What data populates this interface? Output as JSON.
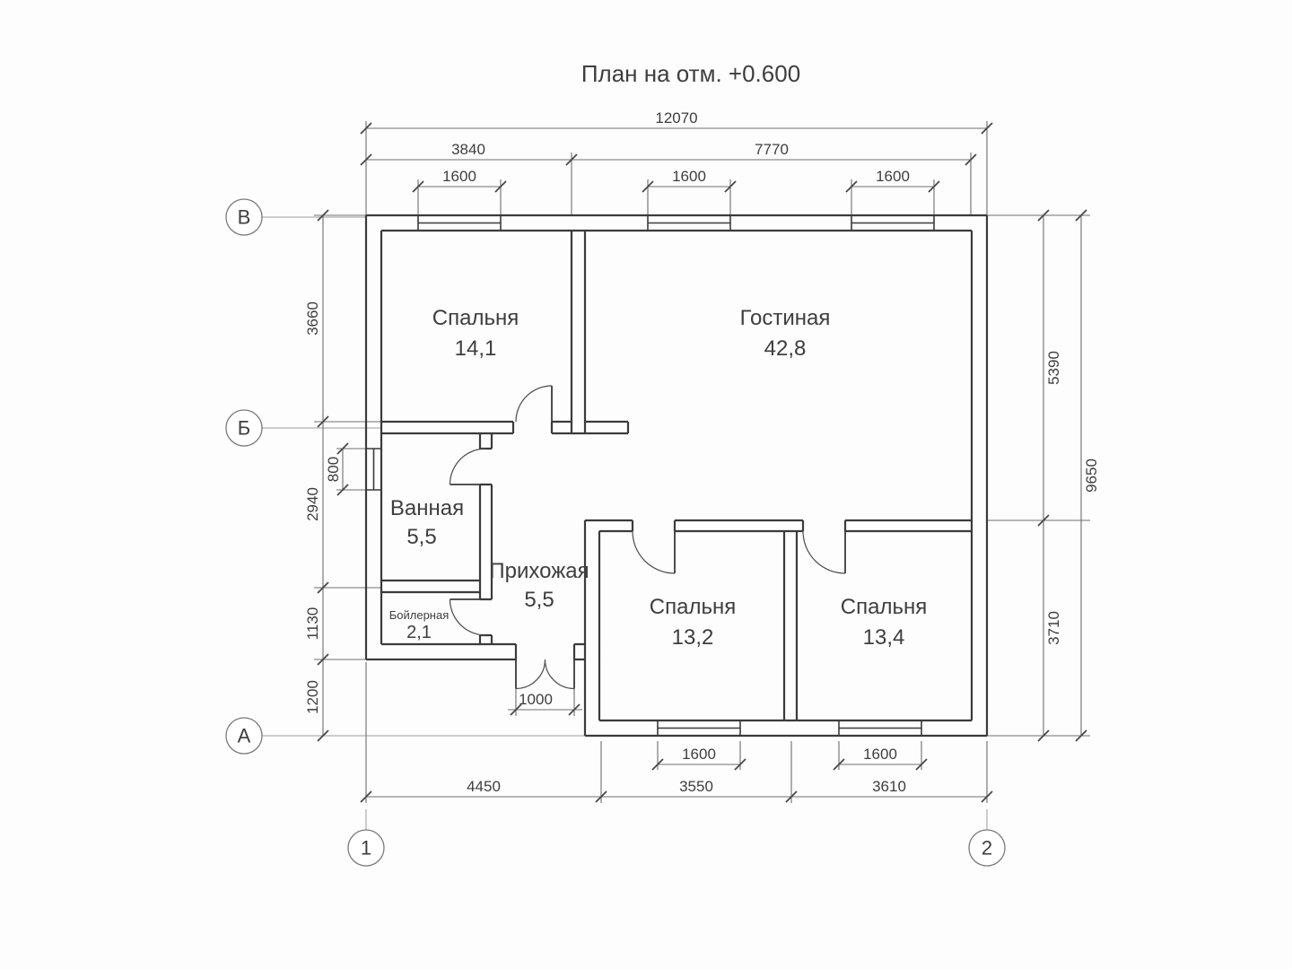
{
  "title": "План на отм. +0.600",
  "axes": {
    "row_top": "В",
    "row_mid": "Б",
    "row_bottom": "А",
    "col_left": "1",
    "col_right": "2"
  },
  "dims": {
    "overall_width": "12070",
    "top_left": "3840",
    "top_right": "7770",
    "top_win1": "1600",
    "top_win2": "1600",
    "top_win3": "1600",
    "left_3660": "3660",
    "left_800": "800",
    "left_2940": "2940",
    "left_1130": "1130",
    "left_1200": "1200",
    "right_5390": "5390",
    "right_3710": "3710",
    "right_9650": "9650",
    "entrance_1000": "1000",
    "bottom_win1": "1600",
    "bottom_win2": "1600",
    "bottom_seg1": "4450",
    "bottom_seg2": "3550",
    "bottom_seg3": "3610"
  },
  "rooms": [
    {
      "name": "Спальня",
      "area": "14,1"
    },
    {
      "name": "Гостиная",
      "area": "42,8"
    },
    {
      "name": "Ванная",
      "area": "5,5"
    },
    {
      "name": "Прихожая",
      "area": "5,5"
    },
    {
      "name": "Бойлерная",
      "area": "2,1"
    },
    {
      "name": "Спальня",
      "area": "13,2"
    },
    {
      "name": "Спальня",
      "area": "13,4"
    }
  ]
}
